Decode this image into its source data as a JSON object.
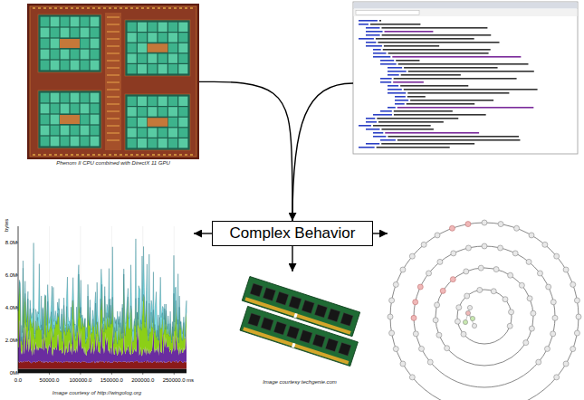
{
  "diagram": {
    "nodes": [
      {
        "text": [
          "Phenom II CPU combined with DirectX 11 GPU"
        ]
      },
      {
        "text": [
          "Complex Behavior"
        ]
      },
      {
        "text": [
          "Image courtesy of http://wingolog.org"
        ]
      },
      {
        "text": [
          "Image courtesy techgenie.com"
        ]
      }
    ],
    "edges": [
      {
        "from": 0,
        "to": 1,
        "arrow": "to"
      },
      {
        "from": 1,
        "to": 2,
        "arrow": "to"
      },
      {
        "from": 1,
        "to": 3,
        "arrow": "to"
      }
    ],
    "labels": [
      "bytes",
      "8.0M",
      "6.0M",
      "4.0M",
      "2.0M",
      "0M",
      "0.0",
      "50000.0",
      "100000.0",
      "150000.0",
      "200000.0",
      "250000.0",
      "ms"
    ]
  }
}
